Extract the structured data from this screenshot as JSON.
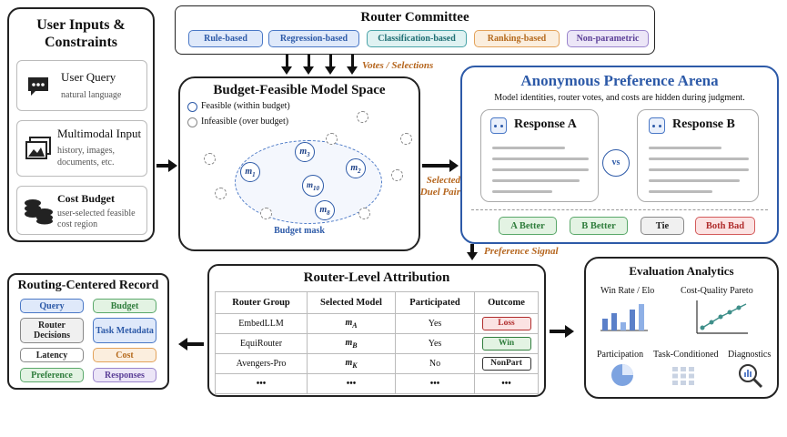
{
  "user_inputs": {
    "title": "User Inputs & Constraints",
    "items": [
      {
        "label": "User Query",
        "desc": "natural language",
        "icon": "chat-bubble-icon"
      },
      {
        "label": "Multimodal Input",
        "desc": "history, images, documents, etc.",
        "icon": "image-stack-icon"
      },
      {
        "label": "Cost Budget",
        "desc": "user-selected feasible cost region",
        "icon": "coin-stack-icon"
      }
    ]
  },
  "router_committee": {
    "title": "Router Committee",
    "routers": [
      "Rule-based",
      "Regression-based",
      "Classification-based",
      "Ranking-based",
      "Non-parametric"
    ]
  },
  "labels": {
    "votes": "Votes / Selections",
    "selected_duel_pair": "Selected Duel Pair",
    "preference_signal": "Preference Signal"
  },
  "model_space": {
    "title": "Budget-Feasible Model Space",
    "legend_feasible": "Feasible (within budget)",
    "legend_infeasible": "Infeasible (over budget)",
    "mask_label": "Budget mask",
    "nodes": [
      "m1",
      "m3",
      "m2",
      "m10",
      "m8"
    ]
  },
  "arena": {
    "title": "Anonymous Preference Arena",
    "subtitle": "Model identities, router votes, and costs are hidden during judgment.",
    "response_a": "Response A",
    "response_b": "Response B",
    "vs": "vs",
    "outcomes": [
      "A Better",
      "B Better",
      "Tie",
      "Both Bad"
    ]
  },
  "attribution": {
    "title": "Router-Level Attribution",
    "headers": [
      "Router Group",
      "Selected Model",
      "Participated",
      "Outcome"
    ],
    "rows": [
      {
        "group": "EmbedLLM",
        "model": "mA",
        "participated": "Yes",
        "outcome": "Loss"
      },
      {
        "group": "EquiRouter",
        "model": "mB",
        "participated": "Yes",
        "outcome": "Win"
      },
      {
        "group": "Avengers-Pro",
        "model": "mK",
        "participated": "No",
        "outcome": "NonPart"
      },
      {
        "group": "•••",
        "model": "•••",
        "participated": "•••",
        "outcome": "•••"
      }
    ]
  },
  "record": {
    "title": "Routing-Centered Record",
    "fields": [
      "Query",
      "Budget",
      "Router Decisions",
      "Task Metadata",
      "Latency",
      "Cost",
      "Preference",
      "Responses"
    ]
  },
  "analytics": {
    "title": "Evaluation Analytics",
    "items": [
      "Win Rate / Elo",
      "Cost-Quality Pareto",
      "Participation",
      "Task-Conditioned",
      "Diagnostics"
    ]
  },
  "colors": {
    "accent_blue": "#2d5aa8",
    "arrow_label": "#b5651d"
  }
}
